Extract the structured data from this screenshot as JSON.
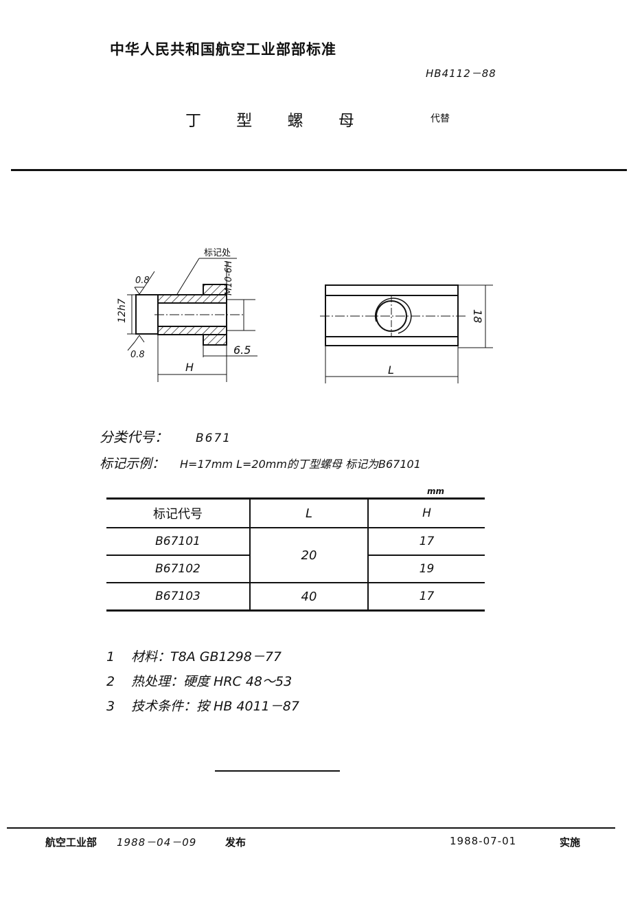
{
  "header": {
    "organization": "中华人民共和国航空工业部部标准",
    "standard_number": "HB4112－88",
    "title": "丁 型 螺 母",
    "replaces_label": "代替"
  },
  "drawing": {
    "marking_location_label": "标记处",
    "surface_roughness_top": "0.8",
    "surface_roughness_bottom": "0.8",
    "diameter_label": "12h7",
    "thread_label": "M10-6H",
    "shoulder_label": "6.5",
    "height_label": "H",
    "width_label": "18",
    "length_label": "L"
  },
  "classification": {
    "label": "分类代号：",
    "value": "B671"
  },
  "marking_example": {
    "label": "标记示例：",
    "value": "H=17mm L=20mm的丁型螺母 标记为B67101"
  },
  "table": {
    "unit": "mm",
    "headers": [
      "标记代号",
      "L",
      "H"
    ],
    "rows": [
      {
        "code": "B67101",
        "L": "20",
        "H": "17"
      },
      {
        "code": "B67102",
        "L": "20",
        "H": "19"
      },
      {
        "code": "B67103",
        "L": "40",
        "H": "17"
      }
    ]
  },
  "notes": [
    {
      "num": "1",
      "text": "材料：T8A GB1298－77"
    },
    {
      "num": "2",
      "text": "热处理：硬度 HRC 48～53"
    },
    {
      "num": "3",
      "text": "技术条件：按 HB 4011－87"
    }
  ],
  "footer": {
    "issuer": "航空工业部",
    "issue_date": "1988－04－09",
    "issue_label": "发布",
    "implement_date": "1988-07-01",
    "implement_label": "实施"
  }
}
